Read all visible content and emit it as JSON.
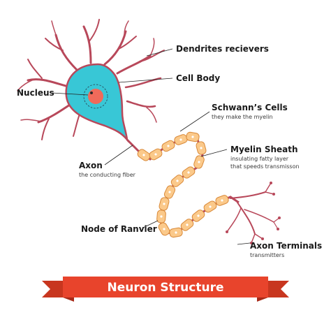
{
  "labels": {
    "dendrites": {
      "title": "Dendrites recievers"
    },
    "cell_body": {
      "title": "Cell Body"
    },
    "nucleus": {
      "title": "Nucleus"
    },
    "schwann": {
      "title": "Schwann’s Cells",
      "sub": "they make the myelin"
    },
    "myelin": {
      "title": "Myelin Sheath",
      "sub1": "insulating fatty layer",
      "sub2": "that speeds transmisson"
    },
    "axon": {
      "title": "Axon",
      "sub": "the conducting fiber"
    },
    "ranvier": {
      "title": "Node of Ranvier"
    },
    "terminals": {
      "title": "Axon Terminals",
      "sub": "transmitters"
    }
  },
  "banner": {
    "text": "Neuron Structure"
  },
  "colors": {
    "dendrite": "#b8485a",
    "cell_fill": "#38c7d6",
    "cell_stroke": "#b8485a",
    "nucleus": "#f06a5a",
    "myelin_fill": "#fbc98a",
    "myelin_stroke": "#d98a3a",
    "banner": "#e8442c",
    "banner_dark": "#a82a18"
  }
}
